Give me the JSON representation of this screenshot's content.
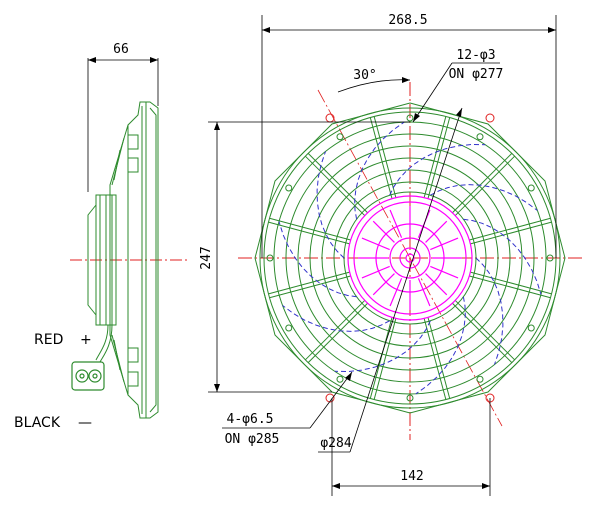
{
  "dimensions": {
    "width_side": "66",
    "diameter_total": "268.5",
    "angle": "30°",
    "holes_small_count": "12-φ3",
    "holes_small_pcd": "ON φ277",
    "height": "247",
    "holes_large_count": "4-φ6.5",
    "holes_large_pcd": "ON φ285",
    "diameter_inner": "φ284",
    "mount_spacing": "142"
  },
  "wires": {
    "red_label": "RED",
    "red_sign": "+",
    "black_label": "BLACK",
    "black_sign": "—"
  },
  "colors": {
    "frame": "#2e8b2e",
    "motor": "#ff00ff",
    "blade": "#3333cc",
    "center_line": "#e02020",
    "dimension": "#000000"
  }
}
